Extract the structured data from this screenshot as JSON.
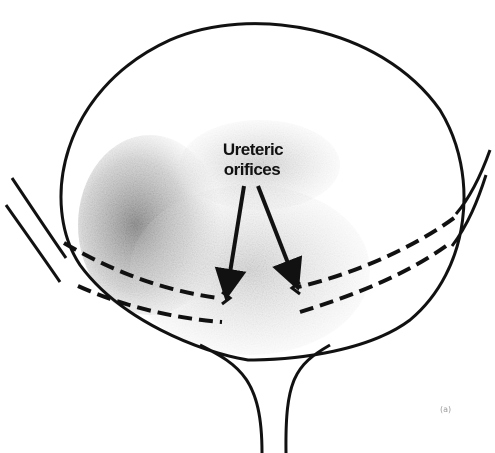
{
  "labels": {
    "line1": "Ureteric",
    "line2": "orifices",
    "corner_mark": "(a)"
  },
  "colors": {
    "ink": "#111111",
    "shading": "#9a9a9a",
    "background": "#ffffff"
  }
}
